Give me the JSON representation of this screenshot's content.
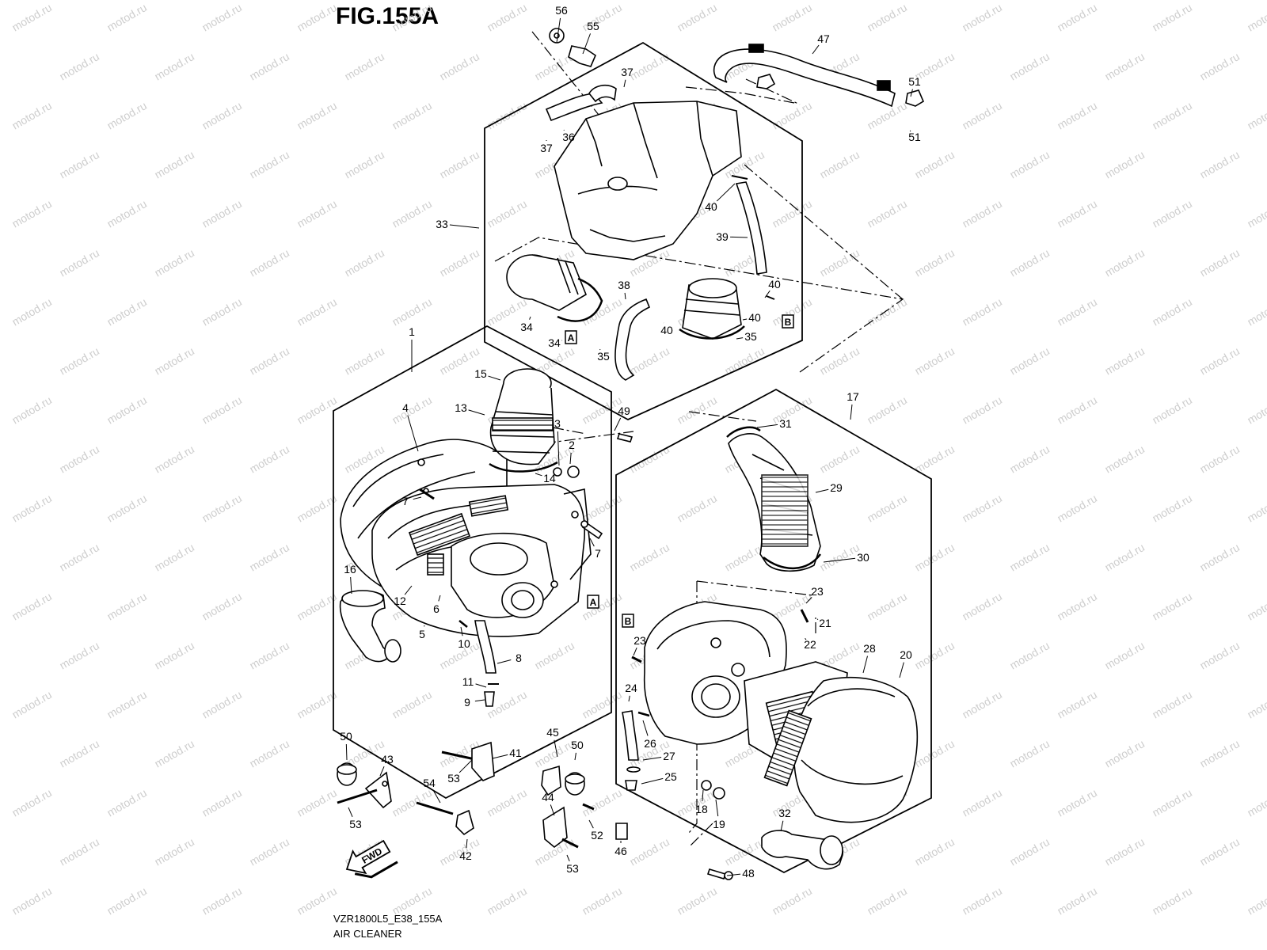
{
  "figure": {
    "title": "FIG.155A",
    "code": "VZR1800L5_E38_155A",
    "caption": "AIR CLEANER",
    "watermark": "motod.ru",
    "fwd_label": "FWD"
  },
  "ref_markers": [
    "A",
    "A",
    "B",
    "B"
  ],
  "callouts": [
    "56",
    "55",
    "47",
    "37",
    "51",
    "51",
    "36",
    "37",
    "33",
    "40",
    "39",
    "38",
    "40",
    "34",
    "40",
    "34",
    "35",
    "35",
    "40",
    "1",
    "15",
    "13",
    "49",
    "4",
    "3",
    "2",
    "14",
    "7",
    "7",
    "16",
    "12",
    "6",
    "5",
    "10",
    "8",
    "11",
    "9",
    "17",
    "31",
    "29",
    "30",
    "23",
    "21",
    "22",
    "28",
    "20",
    "23",
    "24",
    "26",
    "27",
    "25",
    "18",
    "19",
    "32",
    "48",
    "50",
    "43",
    "53",
    "41",
    "54",
    "53",
    "42",
    "45",
    "50",
    "44",
    "52",
    "46",
    "53"
  ]
}
